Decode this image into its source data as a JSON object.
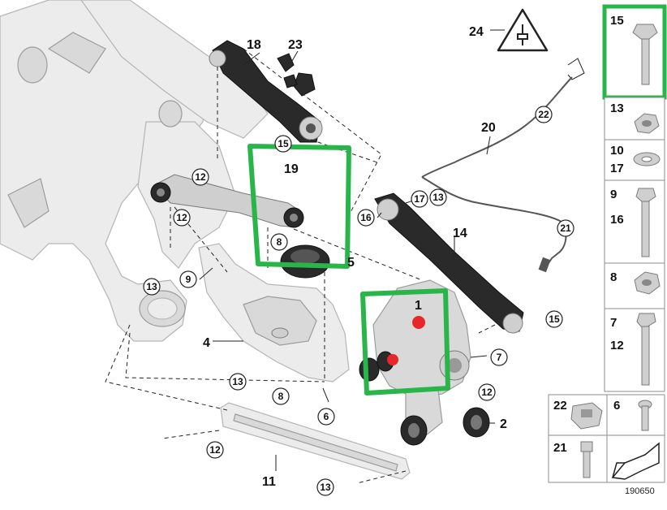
{
  "diagram": {
    "callouts": [
      {
        "id": "c18",
        "text": "18"
      },
      {
        "id": "c23",
        "text": "23"
      },
      {
        "id": "c24",
        "text": "24"
      },
      {
        "id": "c22",
        "text": "22"
      },
      {
        "id": "c20",
        "text": "20"
      },
      {
        "id": "c15a",
        "text": "15"
      },
      {
        "id": "c12a",
        "text": "12"
      },
      {
        "id": "c19",
        "text": "19"
      },
      {
        "id": "c17",
        "text": "17"
      },
      {
        "id": "c13a",
        "text": "13"
      },
      {
        "id": "c16",
        "text": "16"
      },
      {
        "id": "c12b",
        "text": "12"
      },
      {
        "id": "c8a",
        "text": "8"
      },
      {
        "id": "c5",
        "text": "5"
      },
      {
        "id": "c14",
        "text": "14"
      },
      {
        "id": "c21",
        "text": "21"
      },
      {
        "id": "c13b",
        "text": "13"
      },
      {
        "id": "c9",
        "text": "9"
      },
      {
        "id": "c1",
        "text": "1"
      },
      {
        "id": "c15b",
        "text": "15"
      },
      {
        "id": "c4",
        "text": "4"
      },
      {
        "id": "c7",
        "text": "7"
      },
      {
        "id": "c12c",
        "text": "12"
      },
      {
        "id": "c13c",
        "text": "13"
      },
      {
        "id": "c8b",
        "text": "8"
      },
      {
        "id": "c6",
        "text": "6"
      },
      {
        "id": "c2",
        "text": "2"
      },
      {
        "id": "c12d",
        "text": "12"
      },
      {
        "id": "c11",
        "text": "11"
      },
      {
        "id": "c13d",
        "text": "13"
      }
    ],
    "sidebar": {
      "cells": [
        {
          "labels": [
            "15"
          ]
        },
        {
          "labels": [
            "13"
          ]
        },
        {
          "labels": [
            "10",
            "17"
          ]
        },
        {
          "labels": [
            "9",
            "16"
          ]
        },
        {
          "labels": [
            "8"
          ]
        },
        {
          "labels": [
            "7",
            "12"
          ]
        }
      ],
      "bottom_grid": [
        {
          "label": "22"
        },
        {
          "label": "6"
        },
        {
          "label": "21"
        },
        {
          "label": ""
        }
      ]
    },
    "diagram_number": "190650"
  },
  "colors": {
    "highlight": "#2ab54a",
    "marker": "#e8272b",
    "linework": "#222222"
  }
}
